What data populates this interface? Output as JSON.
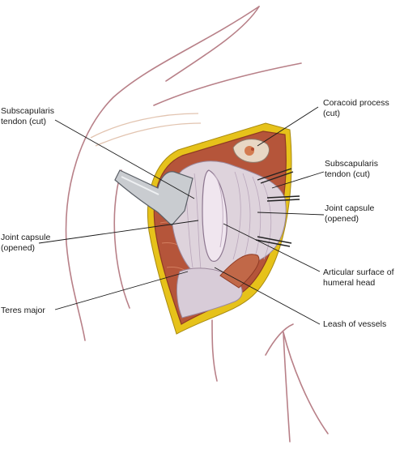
{
  "labels": {
    "subscap_left": "Subscapularis\ntendon (cut)",
    "capsule_left": "Joint capsule\n(opened)",
    "teres_major": "Teres major",
    "coracoid": "Coracoid process\n(cut)",
    "subscap_right": "Subscapularis\ntendon (cut)",
    "capsule_right": "Joint capsule\n(opened)",
    "articular": "Articular surface of\nhumeral head",
    "leash": "Leash of vessels"
  },
  "colors": {
    "skin_outline": "#b88088",
    "muscle": "#b5553a",
    "muscle_dark": "#8e3a24",
    "capsule": "#ded3dc",
    "capsule_shade": "#b9a6bb",
    "retractor": "#c9ccd0",
    "drape": "#e6c21a",
    "leader": "#1a1a1a"
  }
}
